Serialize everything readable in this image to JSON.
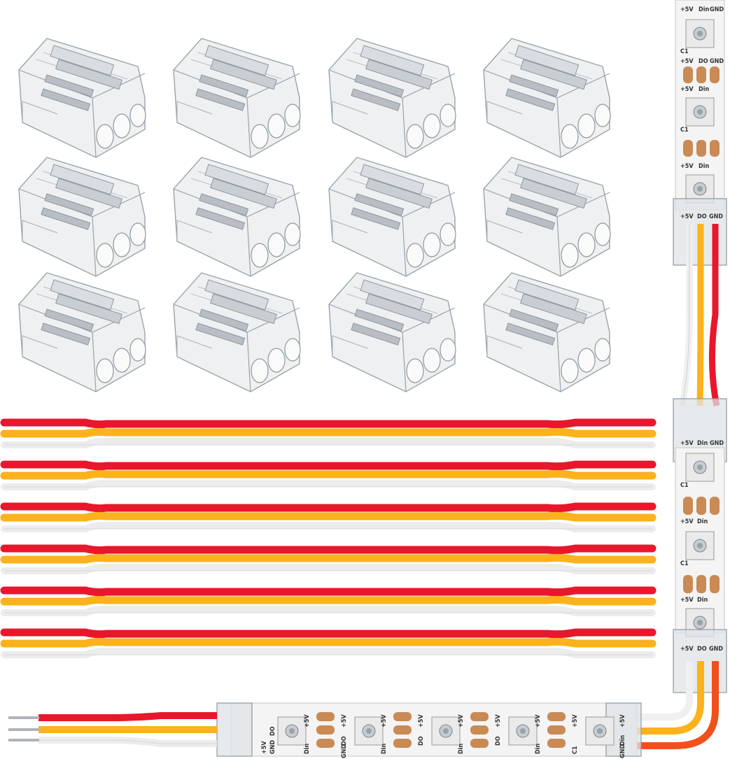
{
  "pad_labels": {
    "plus5v": "+5V",
    "din": "Din",
    "do": "DO",
    "gnd": "GND",
    "c1": "C1"
  },
  "colors": {
    "background": "#ffffff",
    "pcb": "#f4f4f4",
    "copper_pad": "#c98a55",
    "wire_red": "#e8172c",
    "wire_yellow": "#fbb21c",
    "wire_white": "#f2f2f2",
    "connector_clear": "#e6e9ec"
  },
  "icons": [
    "clear-3pin-connector",
    "led-chip",
    "solder-pad",
    "wire-pin"
  ]
}
